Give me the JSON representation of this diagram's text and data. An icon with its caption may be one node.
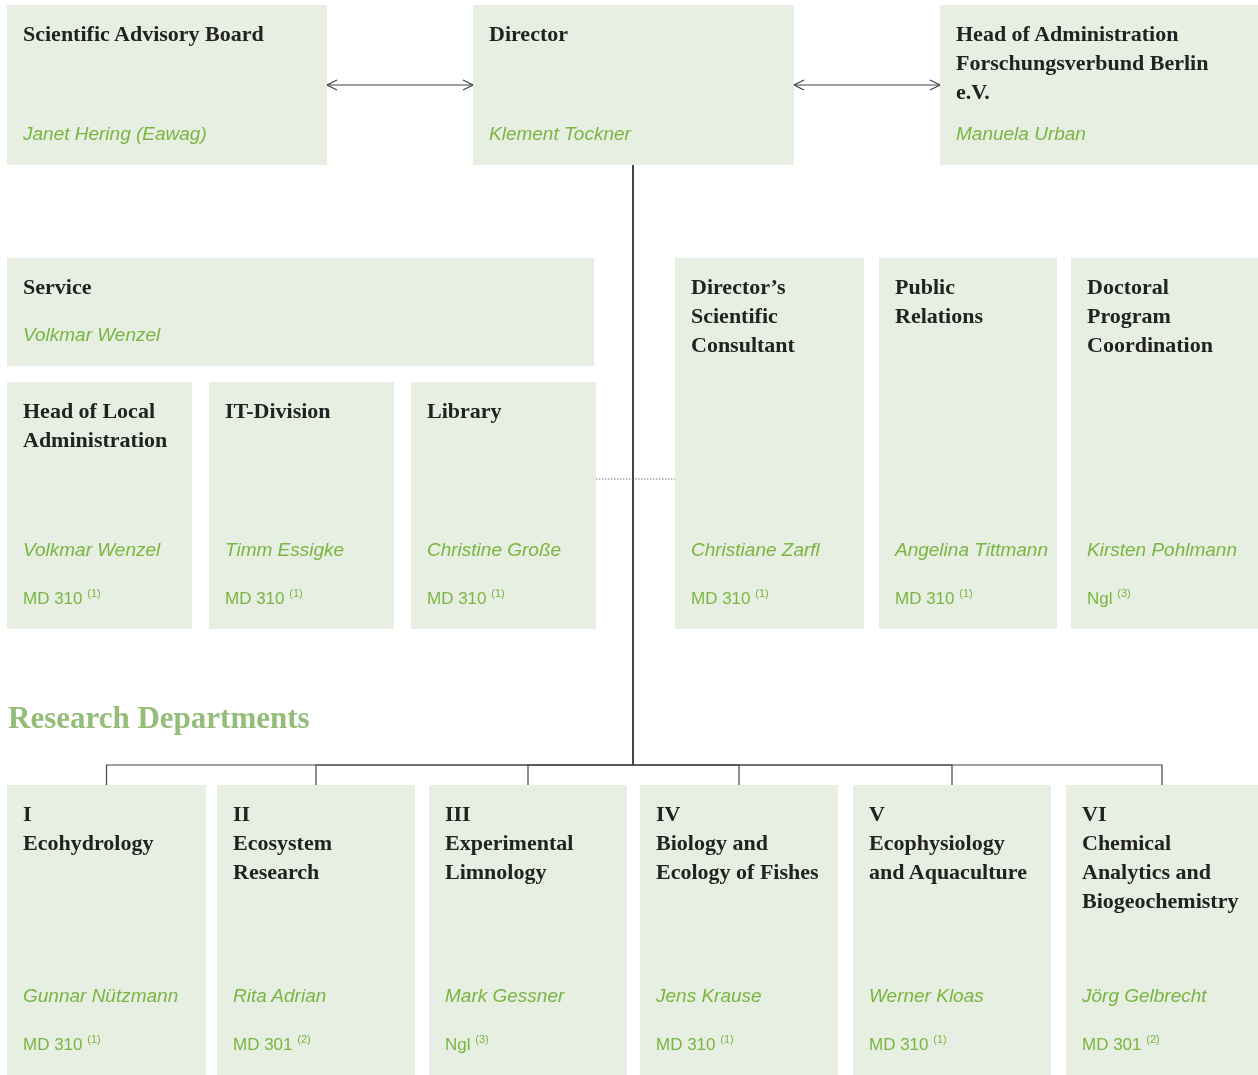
{
  "diagram": {
    "nodes": [
      {
        "text": [
          "Scientific Advisory Board",
          "Janet Hering (Eawag)"
        ]
      },
      {
        "text": [
          "Director",
          "Klement Tockner"
        ]
      },
      {
        "text": [
          "Head of Administration Forschungsverbund Berlin e.V.",
          "Manuela Urban"
        ]
      },
      {
        "text": [
          "Service",
          "Volkmar Wenzel"
        ]
      },
      {
        "text": [
          "Head of Local Administration",
          "Volkmar Wenzel",
          "MD 310 $^{(1)}$"
        ]
      },
      {
        "text": [
          "IT-Division",
          "Timm Essigke",
          "MD 310 $^{(1)}$"
        ]
      },
      {
        "text": [
          "Library",
          "Christine Große",
          "MD 310 $^{(1)}$"
        ]
      },
      {
        "text": [
          "Director’s Scientific Consultant",
          "Christiane Zarfl",
          "MD 310 $^{(1)}$"
        ]
      },
      {
        "text": [
          "Public Relations",
          "Angelina Tittmann",
          "MD 310 $^{(1)}$"
        ]
      },
      {
        "text": [
          "Doctoral Program Coordination",
          "Kirsten Pohlmann",
          "Ngl $^{(3)}$"
        ]
      },
      {
        "text": [
          "I",
          "Ecohydrology",
          "Gunnar Nützmann",
          "MD 310 $^{(1)}$"
        ]
      },
      {
        "text": [
          "II",
          "Ecosystem Research",
          "Rita Adrian",
          "MD 301 $^{(2)}$"
        ]
      },
      {
        "text": [
          "III",
          "Experimental Limnology",
          "Mark Gessner",
          "Ngl $^{(3)}$"
        ]
      },
      {
        "text": [
          "IV",
          "Biology and Ecology of Fishes",
          "Jens Krause",
          "MD 310 $^{(1)}$"
        ]
      },
      {
        "text": [
          "V",
          "Ecophysiology and Aquaculture",
          "Werner Kloas",
          "MD 310 $^{(1)}$"
        ]
      },
      {
        "text": [
          "VI",
          "Chemical Analytics and Biogeochemistry",
          "Jörg Gelbrecht",
          "MD 301 $^{(2)}$"
        ]
      }
    ],
    "edges": [
      {
        "from": 0,
        "to": 1,
        "arrow": "both"
      },
      {
        "from": 1,
        "to": 2,
        "arrow": "both"
      },
      {
        "from": 6,
        "to": 7,
        "arrow": "none",
        "style": "dashed"
      },
      {
        "from": 1,
        "to": 10,
        "arrow": "none"
      },
      {
        "from": 1,
        "to": 11,
        "arrow": "none"
      },
      {
        "from": 1,
        "to": 12,
        "arrow": "none"
      },
      {
        "from": 1,
        "to": 13,
        "arrow": "none"
      },
      {
        "from": 1,
        "to": 14,
        "arrow": "none"
      },
      {
        "from": 1,
        "to": 15,
        "arrow": "none"
      }
    ],
    "labels": [
      "Research Departments"
    ]
  }
}
